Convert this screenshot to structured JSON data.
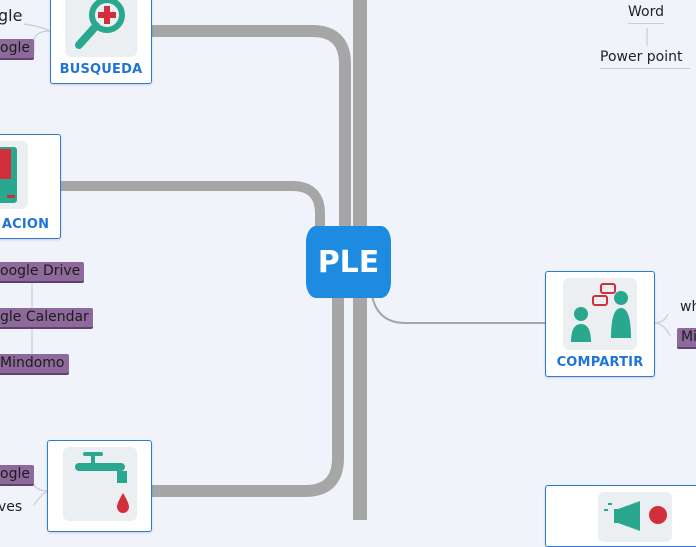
{
  "central": {
    "label": "PLE"
  },
  "nodes": {
    "busqueda": {
      "label": "BUSQUEDA",
      "icon": "magnifier-plus-icon"
    },
    "organizacion": {
      "label": "ACION",
      "icon": "book-icon"
    },
    "compartir": {
      "label": "COMPARTIR",
      "icon": "people-chat-icon"
    },
    "fuentes": {
      "label": "",
      "icon": "faucet-icon"
    },
    "difusion": {
      "label": "",
      "icon": "megaphone-icon"
    }
  },
  "leaves": {
    "busqueda_top": "gle",
    "busqueda_tag": "ogle",
    "org_drive": "oogle Drive",
    "org_calendar": "gle Calendar",
    "org_mindomo": "Mindomo",
    "fuentes_tag": "ogle",
    "fuentes_text": "ves",
    "word": "Word",
    "powerpoint": "Power point",
    "compartir_top": "wh",
    "compartir_tag": "Mi"
  },
  "colors": {
    "background": "#f1f3fa",
    "central": "#1c8be0",
    "node_border": "#2d7bd6",
    "caption": "#1f74d6",
    "tag": "#8e6a9c",
    "connector": "#a6a6a6"
  }
}
